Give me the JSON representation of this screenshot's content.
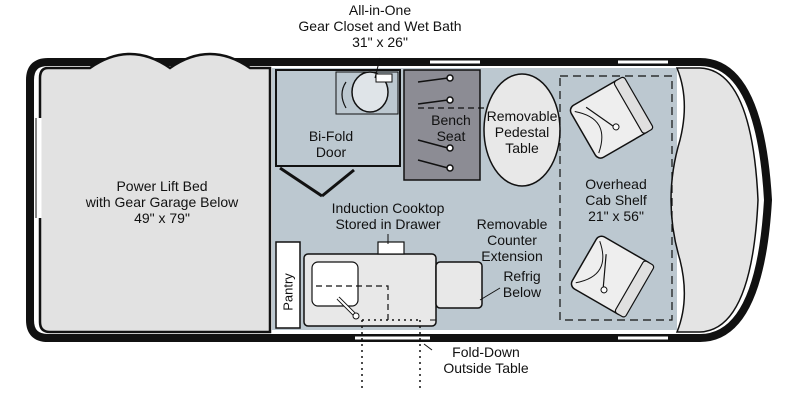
{
  "labels": {
    "gear_closet": [
      "All-in-One",
      "Gear Closet and Wet Bath",
      "31\" x 26\""
    ],
    "bifold_door": [
      "Bi-Fold",
      "Door"
    ],
    "bench_seat": [
      "Bench",
      "Seat"
    ],
    "pedestal_table": [
      "Removable",
      "Pedestal",
      "Table"
    ],
    "overhead_shelf": [
      "Overhead",
      "Cab Shelf",
      "21\" x 56\""
    ],
    "power_lift_bed": [
      "Power Lift Bed",
      "with Gear Garage Below",
      "49\" x 79\""
    ],
    "induction_cooktop": [
      "Induction Cooktop",
      "Stored in Drawer"
    ],
    "counter_extension": [
      "Removable",
      "Counter",
      "Extension"
    ],
    "refrig": [
      "Refrig",
      "Below"
    ],
    "pantry": "Pantry",
    "outside_table": [
      "Fold-Down",
      "Outside Table"
    ]
  },
  "colors": {
    "floor": "#bcc8d0",
    "bed": "#e2e2e2",
    "cab": "#e4e4e4",
    "bench": "#8c8c94",
    "outline": "#111111",
    "appliance": "#e8e8e8"
  }
}
